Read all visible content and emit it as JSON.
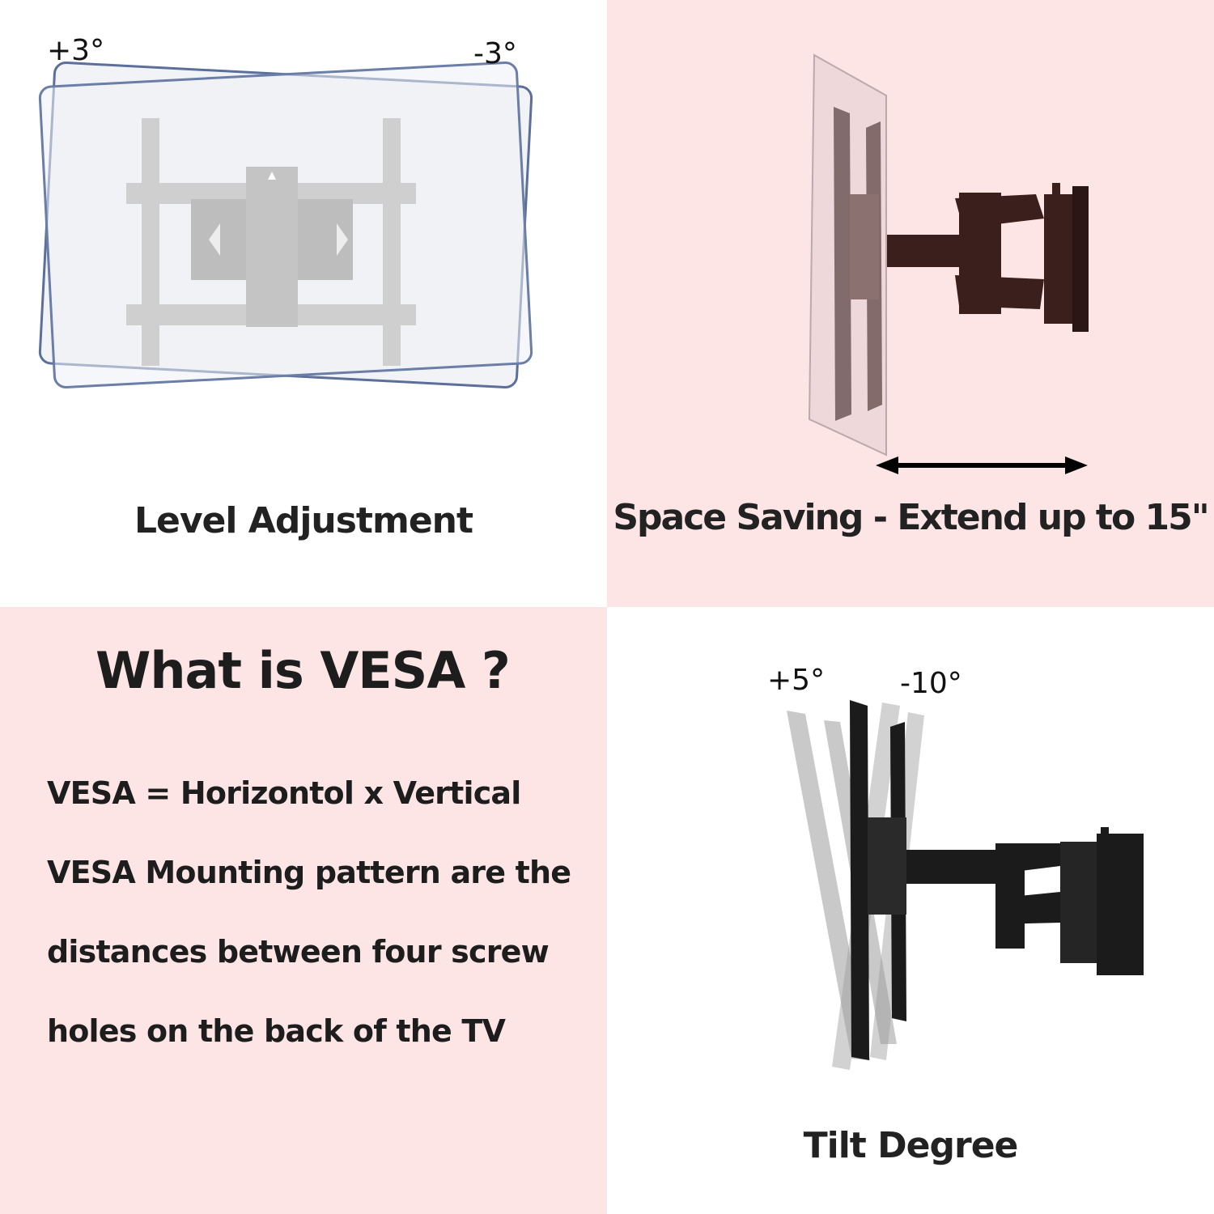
{
  "level_panel": {
    "left_angle": "+3°",
    "right_angle": "-3°",
    "caption": "Level Adjustment"
  },
  "space_panel": {
    "caption": "Space Saving - Extend up to 15\""
  },
  "vesa_panel": {
    "title": "What is VESA ?",
    "lines": [
      "VESA = Horizontol x Vertical",
      "VESA Mounting pattern are the",
      "distances between four screw",
      "holes on the back of the TV"
    ]
  },
  "tilt_panel": {
    "up_angle": "+5°",
    "down_angle": "-10°",
    "caption": "Tilt Degree"
  },
  "colors": {
    "pink_background": "#fde5e6",
    "screen_outline": "#5b6f9a",
    "mount_gray": "#cfcfcf",
    "mount_dark": "#1b1b1b",
    "mount_brown": "#3a1f1c"
  }
}
